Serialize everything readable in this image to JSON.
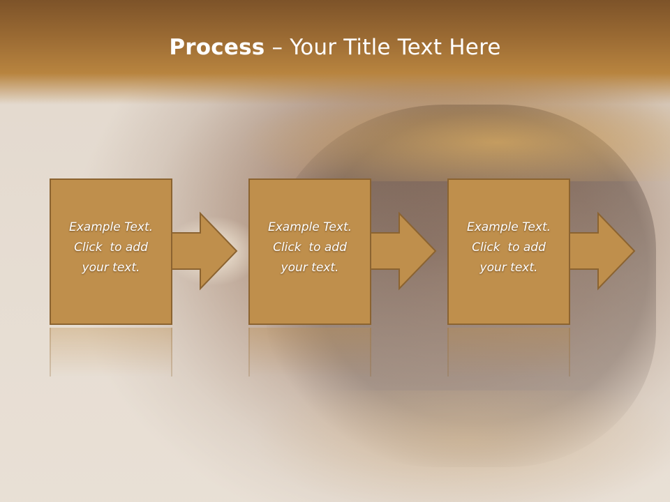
{
  "title": {
    "bold": "Process",
    "rest": " – Your Title Text Here"
  },
  "steps": [
    {
      "lines": [
        "Example Text.",
        "Click  to add",
        "your text."
      ]
    },
    {
      "lines": [
        "Example Text.",
        "Click  to add",
        "your text."
      ]
    },
    {
      "lines": [
        "Example Text.",
        "Click  to add",
        "your text."
      ]
    }
  ],
  "colors": {
    "title_band": "#9a6a33",
    "box_fill": "#bf8f4c",
    "box_border": "#8b6330",
    "text": "#ffffff"
  },
  "icons": {
    "step_connector": "right-arrow-icon"
  }
}
